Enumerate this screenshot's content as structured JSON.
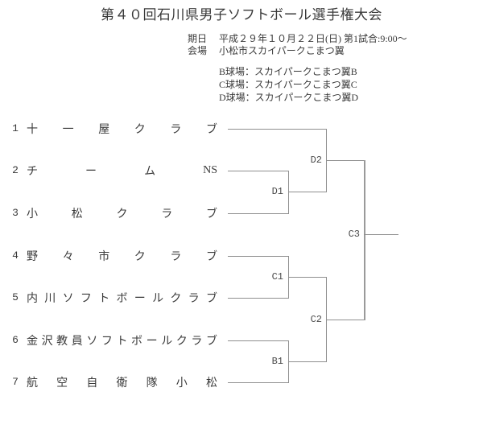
{
  "title": "第４０回石川県男子ソフトボール選手権大会",
  "info": {
    "date_label": "期日",
    "date_value": "平成２９年１０月２２日(日) 第1試合:9:00～",
    "venue_label": "会場",
    "venue_value": "小松市スカイパークこまつ翼",
    "fields": [
      "B球場：スカイパークこまつ翼B",
      "C球場：スカイパークこまつ翼C",
      "D球場：スカイパークこまつ翼D"
    ]
  },
  "bracket": {
    "teams": [
      {
        "seed": "1",
        "name": "十一屋クラブ",
        "name_chars": [
          "十",
          "一",
          "屋",
          "ク",
          "ラ",
          "ブ"
        ]
      },
      {
        "seed": "2",
        "name": "チームNS",
        "name_chars": [
          "チ",
          "ー",
          "ム",
          "NS"
        ]
      },
      {
        "seed": "3",
        "name": "小松クラブ",
        "name_chars": [
          "小",
          "松",
          "ク",
          "ラ",
          "ブ"
        ]
      },
      {
        "seed": "4",
        "name": "野々市クラブ",
        "name_chars": [
          "野",
          "々",
          "市",
          "ク",
          "ラ",
          "ブ"
        ]
      },
      {
        "seed": "5",
        "name": "内川ソフトボールクラブ",
        "name_chars": [
          "内",
          "川",
          "ソ",
          "フ",
          "ト",
          "ボ",
          "ー",
          "ル",
          "ク",
          "ラ",
          "ブ"
        ]
      },
      {
        "seed": "6",
        "name": "金沢教員ソフトボールクラブ",
        "name_chars": [
          "金",
          "沢",
          "教",
          "員",
          "ソ",
          "フ",
          "ト",
          "ボ",
          "ー",
          "ル",
          "ク",
          "ラ",
          "ブ"
        ]
      },
      {
        "seed": "7",
        "name": "航空自衛隊小松",
        "name_chars": [
          "航",
          "空",
          "自",
          "衛",
          "隊",
          "小",
          "松"
        ]
      }
    ],
    "matches": [
      {
        "label": "D1",
        "connects": [
          "team-2",
          "team-3"
        ]
      },
      {
        "label": "D2",
        "connects": [
          "team-1",
          "D1"
        ]
      },
      {
        "label": "C1",
        "connects": [
          "team-4",
          "team-5"
        ]
      },
      {
        "label": "B1",
        "connects": [
          "team-6",
          "team-7"
        ]
      },
      {
        "label": "C2",
        "connects": [
          "C1",
          "B1"
        ]
      },
      {
        "label": "C3",
        "connects": [
          "D2",
          "C2"
        ]
      }
    ],
    "colors": {
      "line": "#8f8f8f",
      "text": "#3a3a3a",
      "label": "#4a4a4a",
      "background": "#ffffff"
    }
  }
}
